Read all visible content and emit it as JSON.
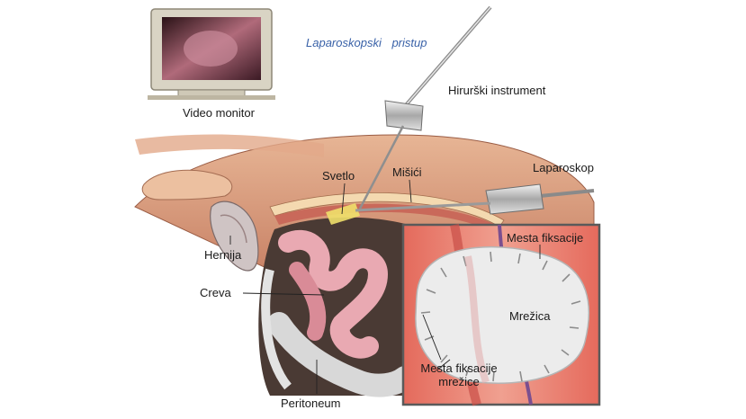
{
  "diagram": {
    "title": "Laparoskopski pristup",
    "labels": {
      "video_monitor": "Video monitor",
      "instrument": "Hirurški instrument",
      "svetlo": "Svetlo",
      "misici": "Mišići",
      "laparoskop": "Laparoskop",
      "hernija": "Hernija",
      "creva": "Creva",
      "peritoneum": "Peritoneum",
      "mesta_fiksacije": "Mesta fiksacije",
      "mrezica": "Mrežica",
      "mesta_fiksacije_mrezice_line1": "Mesta fiksacije",
      "mesta_fiksacije_mrezice_line2": "mrežice"
    }
  }
}
